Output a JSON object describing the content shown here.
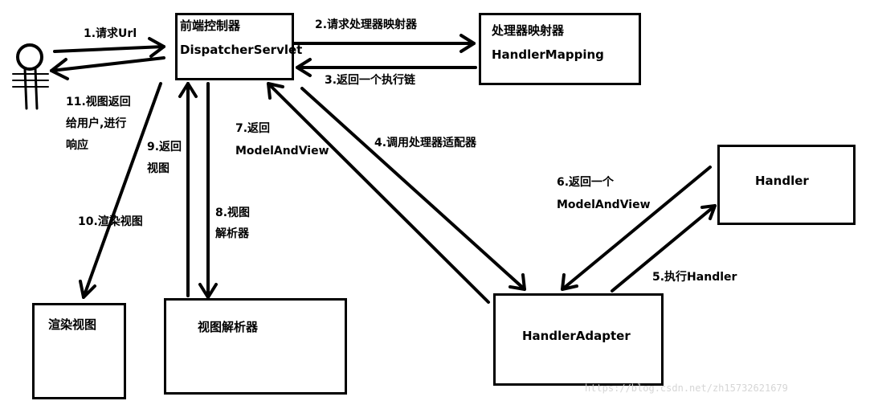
{
  "nodes": {
    "front_controller": [
      "前端控制器",
      "DispatcherServlet"
    ],
    "handler_mapping": [
      "处理器映射器",
      "HandlerMapping"
    ],
    "handler": "Handler",
    "handler_adapter": "HandlerAdapter",
    "view_resolver": "视图解析器",
    "render_view": "渲染视图"
  },
  "edges": {
    "e1": "1.请求Url",
    "e2": "2.请求处理器映射器",
    "e3": "3.返回一个执行链",
    "e4": "4.调用处理器适配器",
    "e5": "5.执行Handler",
    "e6": [
      "6.返回一个",
      "ModelAndView"
    ],
    "e7": [
      "7.返回",
      "ModelAndView"
    ],
    "e8": [
      "8.视图",
      "解析器"
    ],
    "e9": [
      "9.返回",
      "视图"
    ],
    "e10": "10.渲染视图",
    "e11": [
      "11.视图返回",
      "给用户,进行",
      "响应"
    ]
  },
  "watermark": "https://blog.csdn.net/zh15732621679",
  "colors": {
    "stroke": "#000000",
    "watermark": "#d6d6d6",
    "background": "#ffffff"
  }
}
